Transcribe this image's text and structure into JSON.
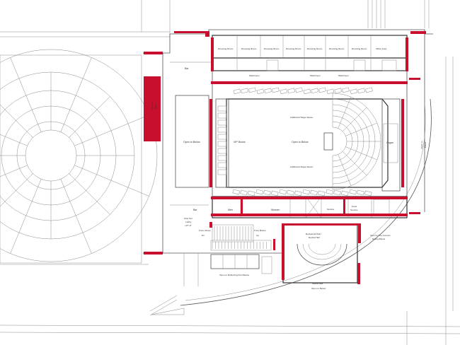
{
  "plan": {
    "colors": {
      "accent": "#c8102e",
      "ink": "#333333",
      "line": "#8a8a8a"
    },
    "labels": {
      "dressing_room": "Dressing Room",
      "office_area": "Office Area",
      "washroom": "Washroom",
      "bar_top": "Bar",
      "bar_lower": "Bar",
      "open_to_below_left_a": "Open to",
      "open_to_below_left_b": "Below",
      "open_to_below_lobby": "Open to Below",
      "open_to_below_center": "Open to Below",
      "open_to_below_right_a": "Open to",
      "open_to_below_right_b": "Below",
      "vip_boxes": "VIP Boxes",
      "additional_stage_space_top": "Additional Stage Space",
      "additional_stage_space_bottom": "Additional Stage Space",
      "organ": "Organ",
      "men": "Men",
      "women": "Women",
      "service": "Service",
      "food_service_a": "Food",
      "food_service_b": "Service",
      "first_tier_a": "First Tier",
      "first_tier_b": "Lobby",
      "first_tier_c": "+27'-0\"",
      "from_above": "From Above",
      "from_below": "From Below",
      "dn": "Dn",
      "up": "Up",
      "rehearsal_a": "Rehearsal Hall /",
      "rehearsal_b": "Recital Hall",
      "open_to_pre_concert_a": "Open to Pre-Concert",
      "open_to_pre_concert_b": "Dining Below",
      "open_to_reflecting_pool": "Open to Reflecting Pool Below",
      "media_wall": "Media Wall",
      "open_to_below_media": "Open to Below"
    }
  }
}
